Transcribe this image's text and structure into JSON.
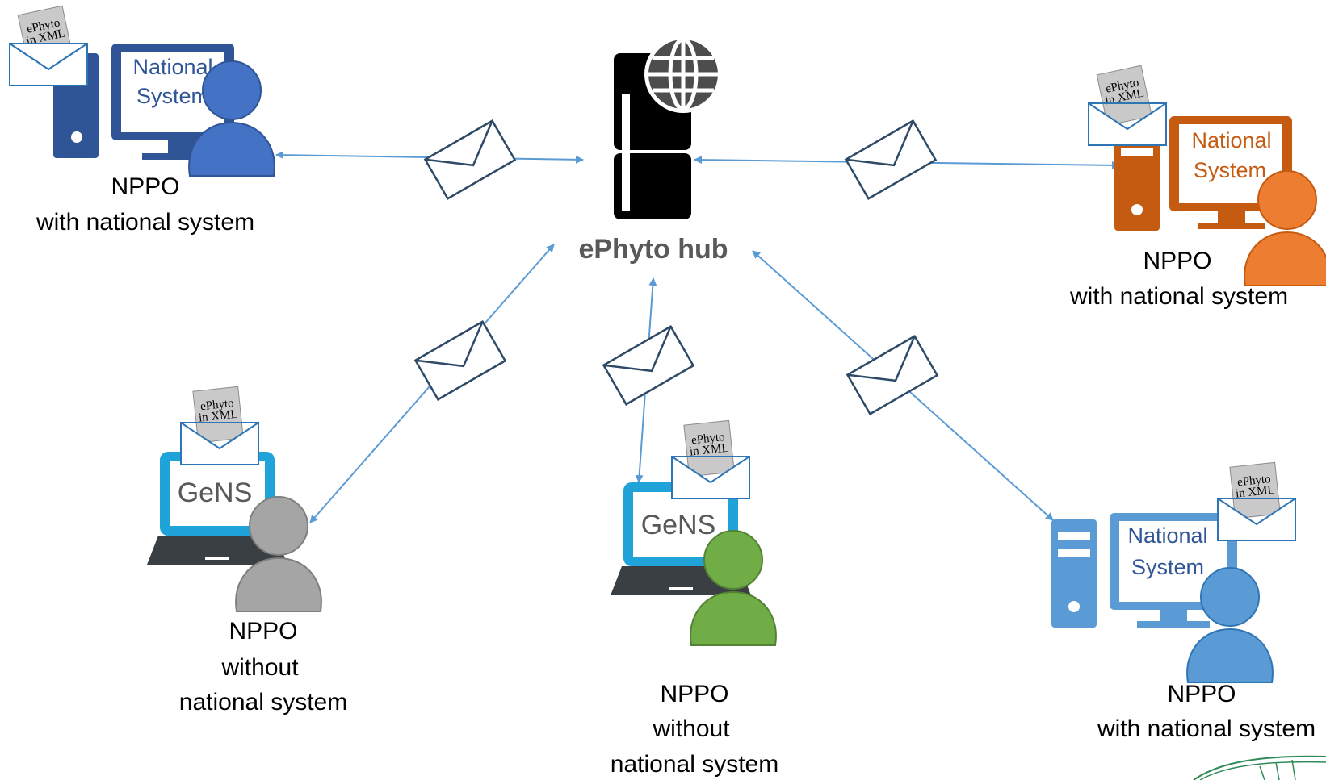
{
  "hub": {
    "label": "ePhyto hub"
  },
  "doc": {
    "line1": "ePhyto",
    "line2": "in XML"
  },
  "nodes": {
    "top_left": {
      "screen_line1": "National",
      "screen_line2": "System",
      "label_line1": "NPPO",
      "label_line2": "with national system",
      "color": "#2F5597"
    },
    "top_right": {
      "screen_line1": "National",
      "screen_line2": "System",
      "label_line1": "NPPO",
      "label_line2": "with national system",
      "color": "#C55A11"
    },
    "bottom_left": {
      "screen_line1": "GeNS",
      "label_line1": "NPPO",
      "label_line2": "without",
      "label_line3": "national system",
      "color": "#1FA3D9"
    },
    "bottom_center": {
      "screen_line1": "GeNS",
      "label_line1": "NPPO",
      "label_line2": "without",
      "label_line3": "national system",
      "color": "#1FA3D9"
    },
    "bottom_right": {
      "screen_line1": "National",
      "screen_line2": "System",
      "label_line1": "NPPO",
      "label_line2": "with national system",
      "color": "#5B9BD5"
    }
  },
  "colors": {
    "arrow": "#5B9BD5",
    "envelope_stroke": "#2E4A66",
    "doc_envelope_stroke": "#2E75B6",
    "user_blue": "#4472C4",
    "user_orange": "#ED7D31",
    "user_gray": "#A5A5A5",
    "user_green": "#70AD47",
    "user_lightblue": "#5B9BD5",
    "laptop_base": "#3A3F44",
    "hub_body": "#000000",
    "globe": "#4D4D4D"
  }
}
